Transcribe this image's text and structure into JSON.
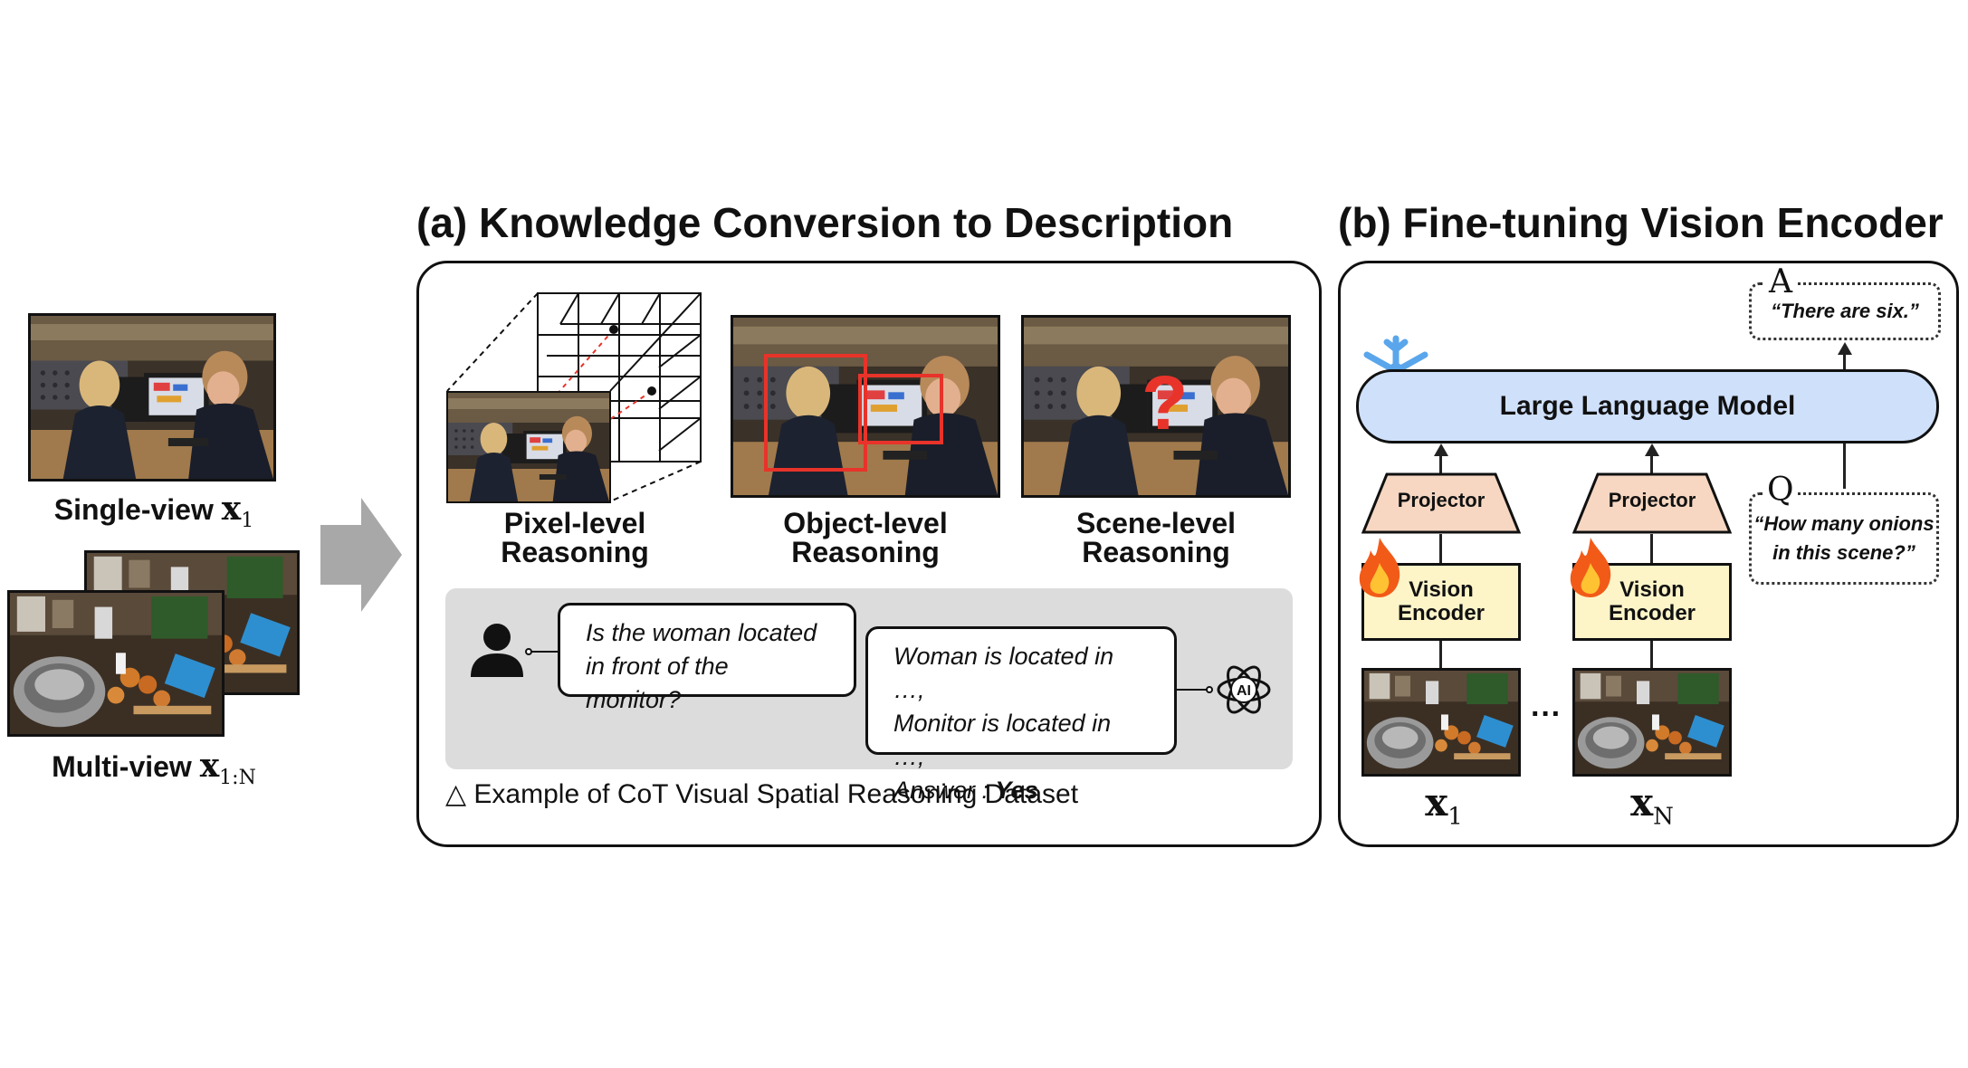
{
  "inputs": {
    "single_view_label": "Single-view",
    "single_view_sym": "x",
    "single_view_sub": "1",
    "multi_view_label": "Multi-view",
    "multi_view_sym": "x",
    "multi_view_sub": "1:N"
  },
  "section_a": {
    "title": "(a) Knowledge Conversion to Description",
    "pixel_label_1": "Pixel-level",
    "pixel_label_2": "Reasoning",
    "object_label_1": "Object-level",
    "object_label_2": "Reasoning",
    "scene_label_1": "Scene-level",
    "scene_label_2": "Reasoning",
    "question_line_1": "Is the woman located",
    "question_line_2": "in front of the monitor?",
    "answer_line_1": "Woman is located in …,",
    "answer_line_2": "Monitor is located in …,",
    "answer_prefix": "Answer : ",
    "answer_value": "Yes",
    "ai_icon_text": "AI",
    "scene_mark": "?",
    "caption_symbol": "△",
    "caption": "Example of CoT Visual Spatial Reasoning Dataset"
  },
  "section_b": {
    "title": "(b) Fine-tuning Vision Encoder",
    "llm_label": "Large Language Model",
    "projector_label": "Projector",
    "encoder_line_1": "Vision",
    "encoder_line_2": "Encoder",
    "answer_letter": "A",
    "answer_text": "“There are six.”",
    "question_letter": "Q",
    "question_line_1": "“How many onions",
    "question_line_2": "in this scene?”",
    "ellipsis": "···",
    "x1_sym": "x",
    "x1_sub": "1",
    "xn_sym": "x",
    "xn_sub": "N"
  },
  "colors": {
    "llm_fill": "#cfe0fb",
    "projector_fill": "#f7d7c2",
    "encoder_fill": "#fdf5c8",
    "highlight_box": "#e8332a",
    "arrow_gray": "#a8a8a8",
    "example_bg": "#dcdcdc"
  }
}
